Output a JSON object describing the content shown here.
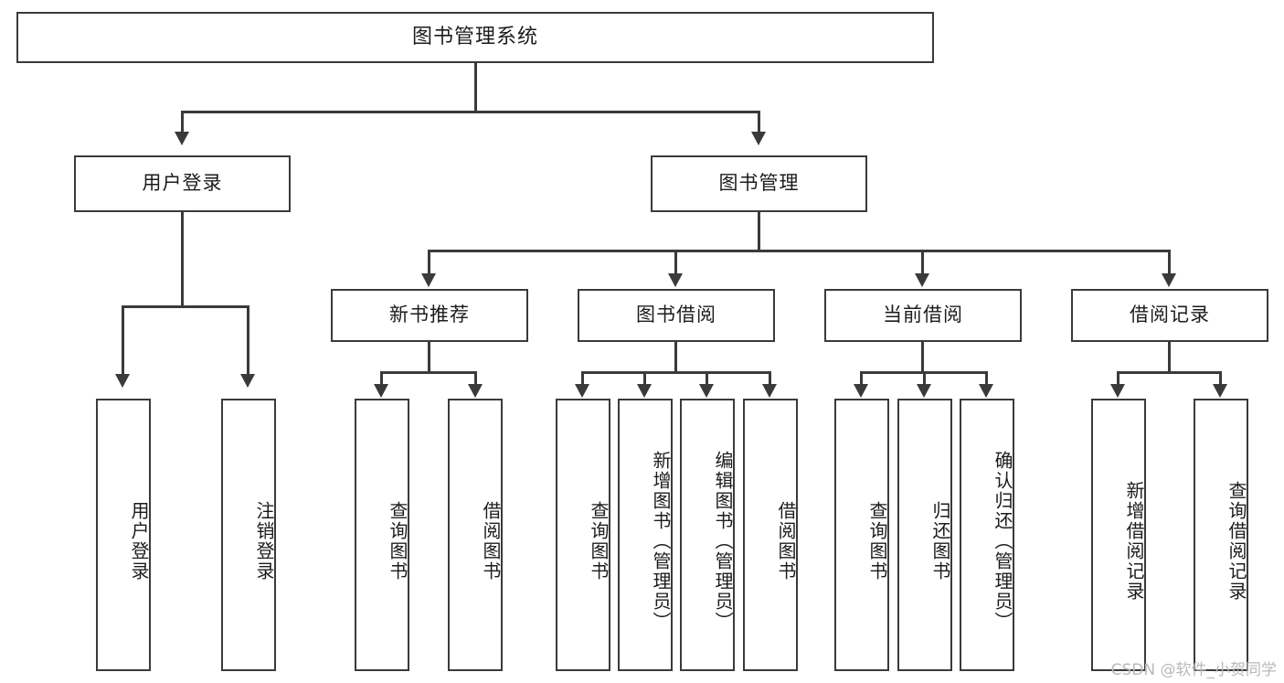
{
  "diagram": {
    "title": "图书管理系统",
    "type": "tree-hierarchy-chart",
    "watermark": "CSDN @软件_小贺同学",
    "colors": {
      "stroke": "#3a3a3a",
      "fill": "#ffffff",
      "text": "#1c1c1c",
      "watermark": "#b9b9b9"
    }
  },
  "root": {
    "label": "图书管理系统"
  },
  "level2": [
    {
      "label": "用户登录"
    },
    {
      "label": "图书管理"
    }
  ],
  "level3": [
    {
      "label": "新书推荐"
    },
    {
      "label": "图书借阅"
    },
    {
      "label": "当前借阅"
    },
    {
      "label": "借阅记录"
    }
  ],
  "leaves": {
    "user_login": [
      {
        "label": "用户登录"
      },
      {
        "label": "注销登录"
      }
    ],
    "new_book_recommend": [
      {
        "label": "查询图书"
      },
      {
        "label": "借阅图书"
      }
    ],
    "book_borrow": [
      {
        "label": "查询图书"
      },
      {
        "label": "新增图书（管理员）"
      },
      {
        "label": "编辑图书（管理员）"
      },
      {
        "label": "借阅图书"
      }
    ],
    "current_borrow": [
      {
        "label": "查询图书"
      },
      {
        "label": "归还图书"
      },
      {
        "label": "确认归还（管理员）"
      }
    ],
    "borrow_record": [
      {
        "label": "新增借阅记录"
      },
      {
        "label": "查询借阅记录"
      }
    ]
  }
}
